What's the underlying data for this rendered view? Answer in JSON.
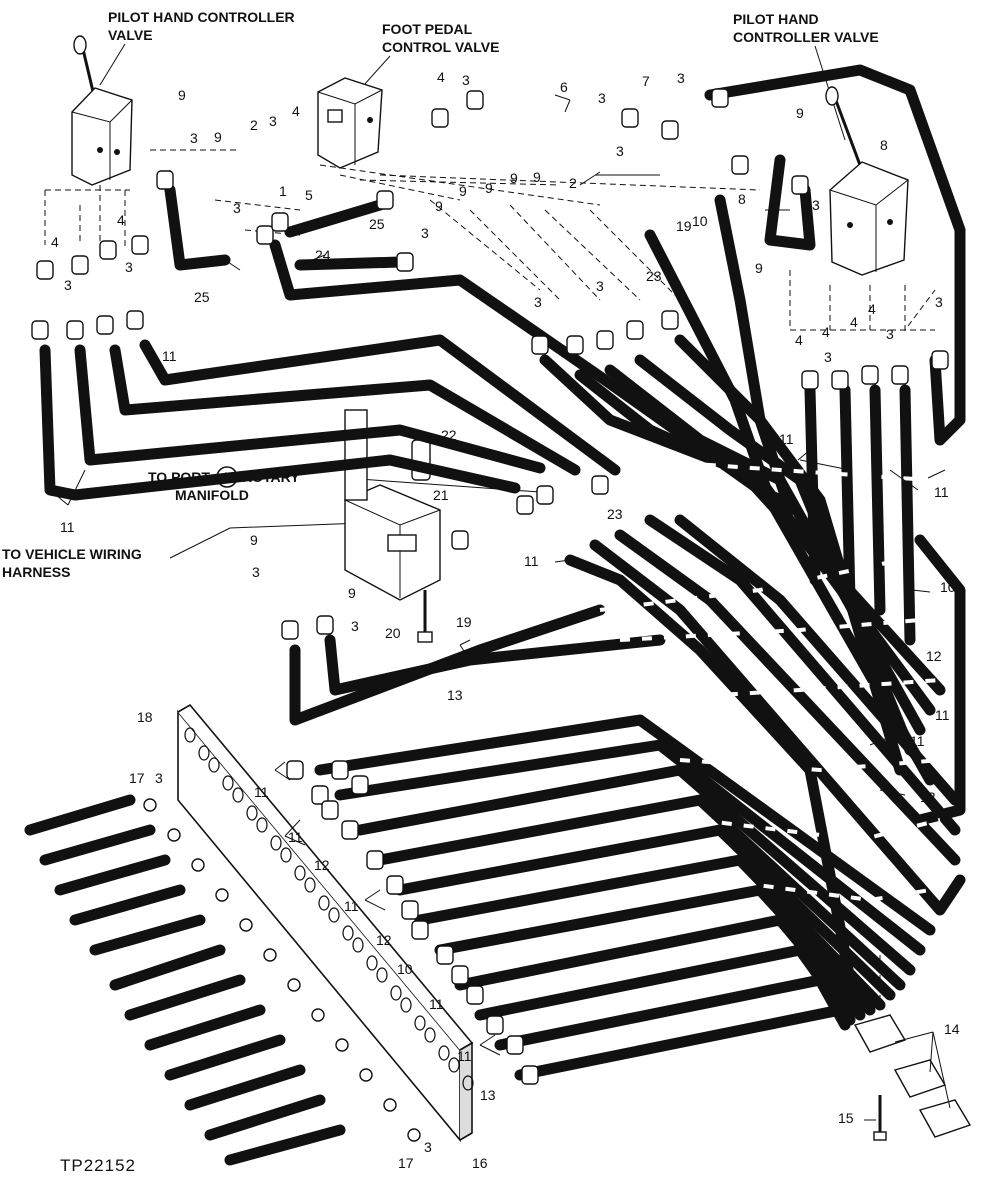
{
  "figure_code": "TP22152",
  "titles": {
    "left_valve": [
      "PILOT HAND CONTROLLER",
      "VALVE"
    ],
    "foot_valve": [
      "FOOT PEDAL",
      "CONTROL VALVE"
    ],
    "right_valve": [
      "PILOT HAND",
      "CONTROLLER VALVE"
    ],
    "rotary": [
      "TO PORT",
      "ROTARY",
      "MANIFOLD"
    ],
    "rotary_port_number": "11",
    "wiring": [
      "TO VEHICLE WIRING",
      "HARNESS"
    ]
  },
  "callouts": [
    {
      "id": "c9a",
      "text": "9"
    },
    {
      "id": "c3a",
      "text": "3"
    },
    {
      "id": "c9b",
      "text": "9"
    },
    {
      "id": "c3b",
      "text": "3"
    },
    {
      "id": "c2a",
      "text": "2"
    },
    {
      "id": "c3c",
      "text": "3"
    },
    {
      "id": "c4a",
      "text": "4"
    },
    {
      "id": "c1",
      "text": "1"
    },
    {
      "id": "c5",
      "text": "5"
    },
    {
      "id": "c4b",
      "text": "4"
    },
    {
      "id": "c3d",
      "text": "3"
    },
    {
      "id": "c6",
      "text": "6"
    },
    {
      "id": "c3e",
      "text": "3"
    },
    {
      "id": "c7",
      "text": "7"
    },
    {
      "id": "c3f",
      "text": "3"
    },
    {
      "id": "c9c",
      "text": "9"
    },
    {
      "id": "c8a",
      "text": "8"
    },
    {
      "id": "c9d",
      "text": "9"
    },
    {
      "id": "c9e",
      "text": "9"
    },
    {
      "id": "c9f",
      "text": "9"
    },
    {
      "id": "c9g",
      "text": "9"
    },
    {
      "id": "c9h",
      "text": "9"
    },
    {
      "id": "c2b",
      "text": "2"
    },
    {
      "id": "c3g",
      "text": "3"
    },
    {
      "id": "c8b",
      "text": "8"
    },
    {
      "id": "c3h",
      "text": "3"
    },
    {
      "id": "c19a",
      "text": "19"
    },
    {
      "id": "c10a",
      "text": "10"
    },
    {
      "id": "c25a",
      "text": "25"
    },
    {
      "id": "c25b",
      "text": "25"
    },
    {
      "id": "c3i",
      "text": "3"
    },
    {
      "id": "c24",
      "text": "24"
    },
    {
      "id": "c4c",
      "text": "4"
    },
    {
      "id": "c4d",
      "text": "4"
    },
    {
      "id": "c3j",
      "text": "3"
    },
    {
      "id": "c3k",
      "text": "3"
    },
    {
      "id": "c3l",
      "text": "3"
    },
    {
      "id": "c3m",
      "text": "3"
    },
    {
      "id": "c23a",
      "text": "23"
    },
    {
      "id": "c9i",
      "text": "9"
    },
    {
      "id": "c4e",
      "text": "4"
    },
    {
      "id": "c4f",
      "text": "4"
    },
    {
      "id": "c4g",
      "text": "4"
    },
    {
      "id": "c3n",
      "text": "3"
    },
    {
      "id": "c3o",
      "text": "3"
    },
    {
      "id": "c4h",
      "text": "4"
    },
    {
      "id": "c3p",
      "text": "3"
    },
    {
      "id": "c11a",
      "text": "11"
    },
    {
      "id": "c22",
      "text": "22"
    },
    {
      "id": "c11b",
      "text": "11"
    },
    {
      "id": "c11c",
      "text": "11"
    },
    {
      "id": "c21",
      "text": "21"
    },
    {
      "id": "c11d",
      "text": "11"
    },
    {
      "id": "c23b",
      "text": "23"
    },
    {
      "id": "c9j",
      "text": "9"
    },
    {
      "id": "c3q",
      "text": "3"
    },
    {
      "id": "c9k",
      "text": "9"
    },
    {
      "id": "c3r",
      "text": "3"
    },
    {
      "id": "c11e",
      "text": "11"
    },
    {
      "id": "c10b",
      "text": "10"
    },
    {
      "id": "c20",
      "text": "20"
    },
    {
      "id": "c19b",
      "text": "19"
    },
    {
      "id": "c13a",
      "text": "13"
    },
    {
      "id": "c12a",
      "text": "12"
    },
    {
      "id": "c11f",
      "text": "11"
    },
    {
      "id": "c11g",
      "text": "11"
    },
    {
      "id": "c18",
      "text": "18"
    },
    {
      "id": "c17a",
      "text": "17"
    },
    {
      "id": "c3s",
      "text": "3"
    },
    {
      "id": "c11h",
      "text": "11"
    },
    {
      "id": "c12b",
      "text": "12"
    },
    {
      "id": "c11i",
      "text": "11"
    },
    {
      "id": "c12c",
      "text": "12"
    },
    {
      "id": "c11j",
      "text": "11"
    },
    {
      "id": "c12d",
      "text": "12"
    },
    {
      "id": "c10c",
      "text": "10"
    },
    {
      "id": "c11k",
      "text": "11"
    },
    {
      "id": "c11l",
      "text": "11"
    },
    {
      "id": "c13b",
      "text": "13"
    },
    {
      "id": "c14",
      "text": "14"
    },
    {
      "id": "c15",
      "text": "15"
    },
    {
      "id": "c16",
      "text": "16"
    },
    {
      "id": "c17b",
      "text": "17"
    },
    {
      "id": "c3t",
      "text": "3"
    }
  ]
}
